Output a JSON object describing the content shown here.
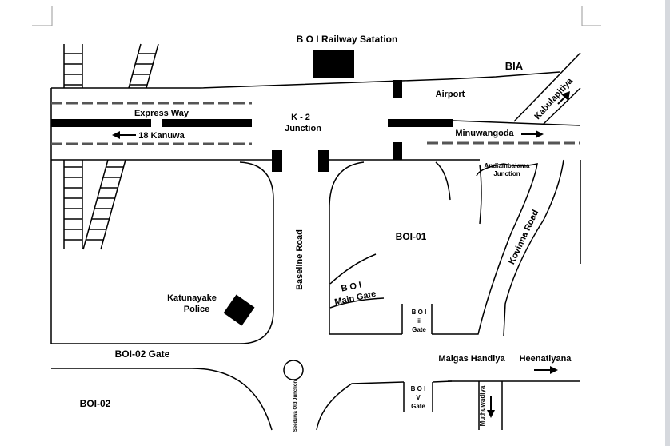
{
  "map": {
    "labels": {
      "railway_station": "B O I Railway Satation",
      "bia": "BIA",
      "airport": "Airport",
      "kabulapitiya": "Kabulapitiya",
      "express_way": "Express Way",
      "kanuwa": "18 Kanuwa",
      "k2_line1": "K - 2",
      "k2_line2": "Junction",
      "minuwangoda": "Minuwangoda",
      "andiambalama_line1": "Andiambalama",
      "andiambalama_line2": "Junction",
      "kovinna_road": "Kovinna Road",
      "baseline_road": "Baseline Road",
      "boi01": "BOI-01",
      "main_gate_line1": "B O I",
      "main_gate_line2": "Main Gate",
      "iii_gate_line1": "B O I",
      "iii_gate_line2": "iii",
      "iii_gate_line3": "Gate",
      "police_line1": "Katunayake",
      "police_line2": "Police",
      "boi02_gate": "BOI-02 Gate",
      "malgas_handiya": "Malgas Handiya",
      "heenatiyana": "Heenatiyana",
      "boi02": "BOI-02",
      "seeduwa_old_junction": "Seeduwa Old Junction",
      "v_gate_line1": "B O I",
      "v_gate_line2": "V",
      "v_gate_line3": "Gate",
      "muthuwadiya": "Muthuwadiya"
    },
    "colors": {
      "ink": "#000000",
      "dash_grey": "#555555",
      "paper": "#ffffff",
      "scrollbar": "#d6d9de",
      "page_corner": "#9a9a9a"
    }
  }
}
